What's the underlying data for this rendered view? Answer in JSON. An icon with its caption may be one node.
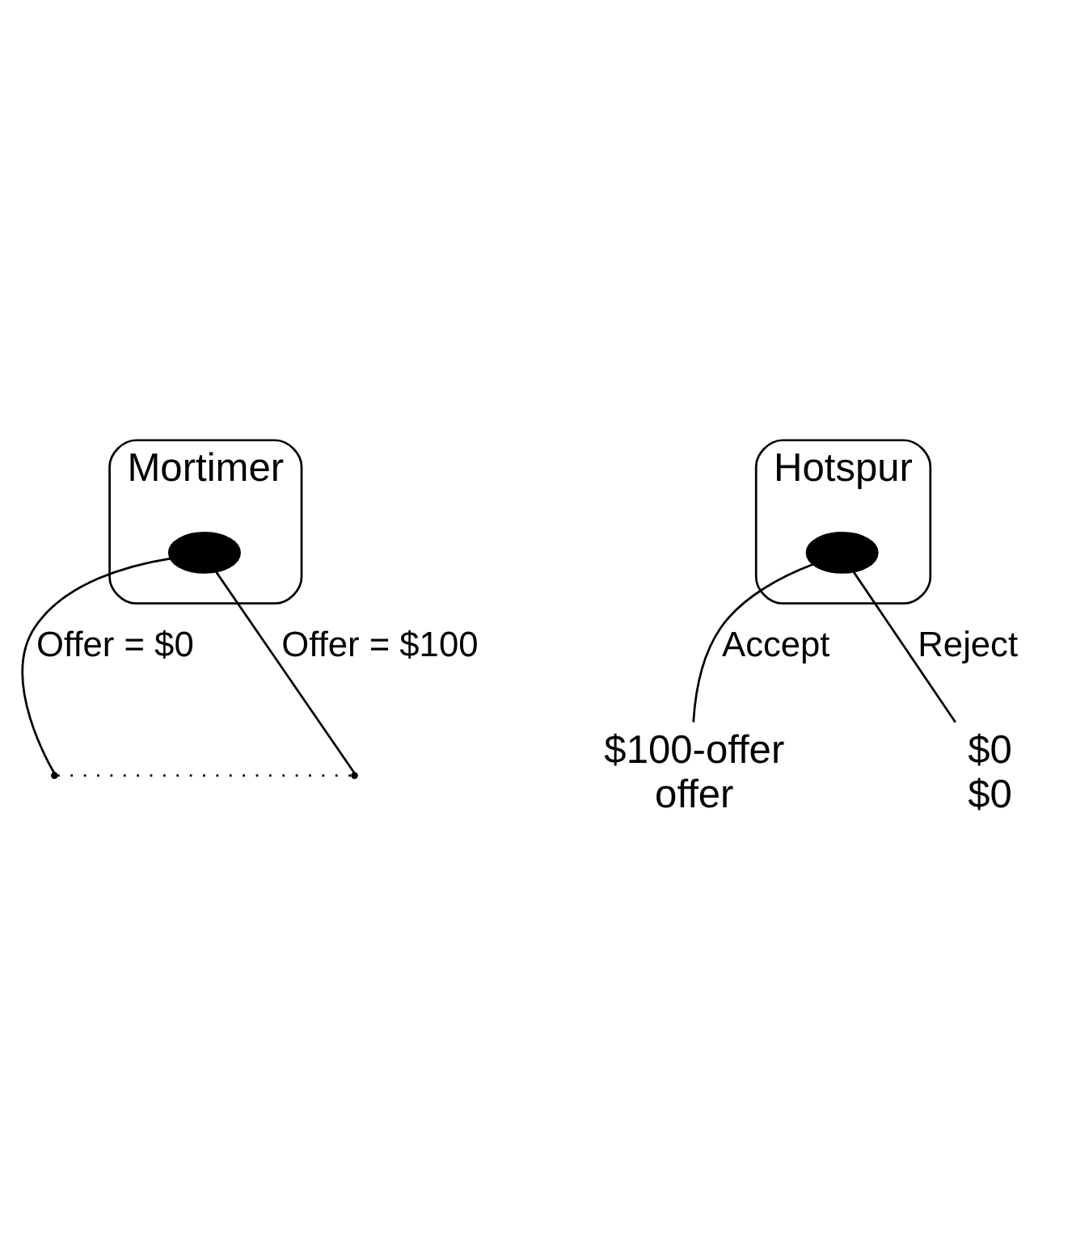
{
  "diagram": {
    "nodes": [
      {
        "text": [
          "Mortimer"
        ]
      },
      {
        "text": [],
        "shape": "circle",
        "in": 0
      },
      {
        "text": [
          "Hotspur"
        ]
      },
      {
        "text": [],
        "shape": "circle",
        "in": 2
      },
      {
        "text": [],
        "shape": "point"
      },
      {
        "text": [],
        "shape": "point"
      },
      {
        "text": [
          "$100-offer",
          "offer"
        ]
      },
      {
        "text": [
          "$0",
          "$0"
        ]
      }
    ],
    "edges": [
      {
        "from": 1,
        "to": 4,
        "arrow": "none",
        "label": "Offer = $0"
      },
      {
        "from": 1,
        "to": 5,
        "arrow": "none",
        "label": "Offer = $100"
      },
      {
        "from": 4,
        "to": 5,
        "arrow": "none",
        "style": "dashed"
      },
      {
        "from": 3,
        "to": 6,
        "arrow": "none",
        "label": "Accept"
      },
      {
        "from": 3,
        "to": 7,
        "arrow": "none",
        "label": "Reject"
      }
    ]
  }
}
